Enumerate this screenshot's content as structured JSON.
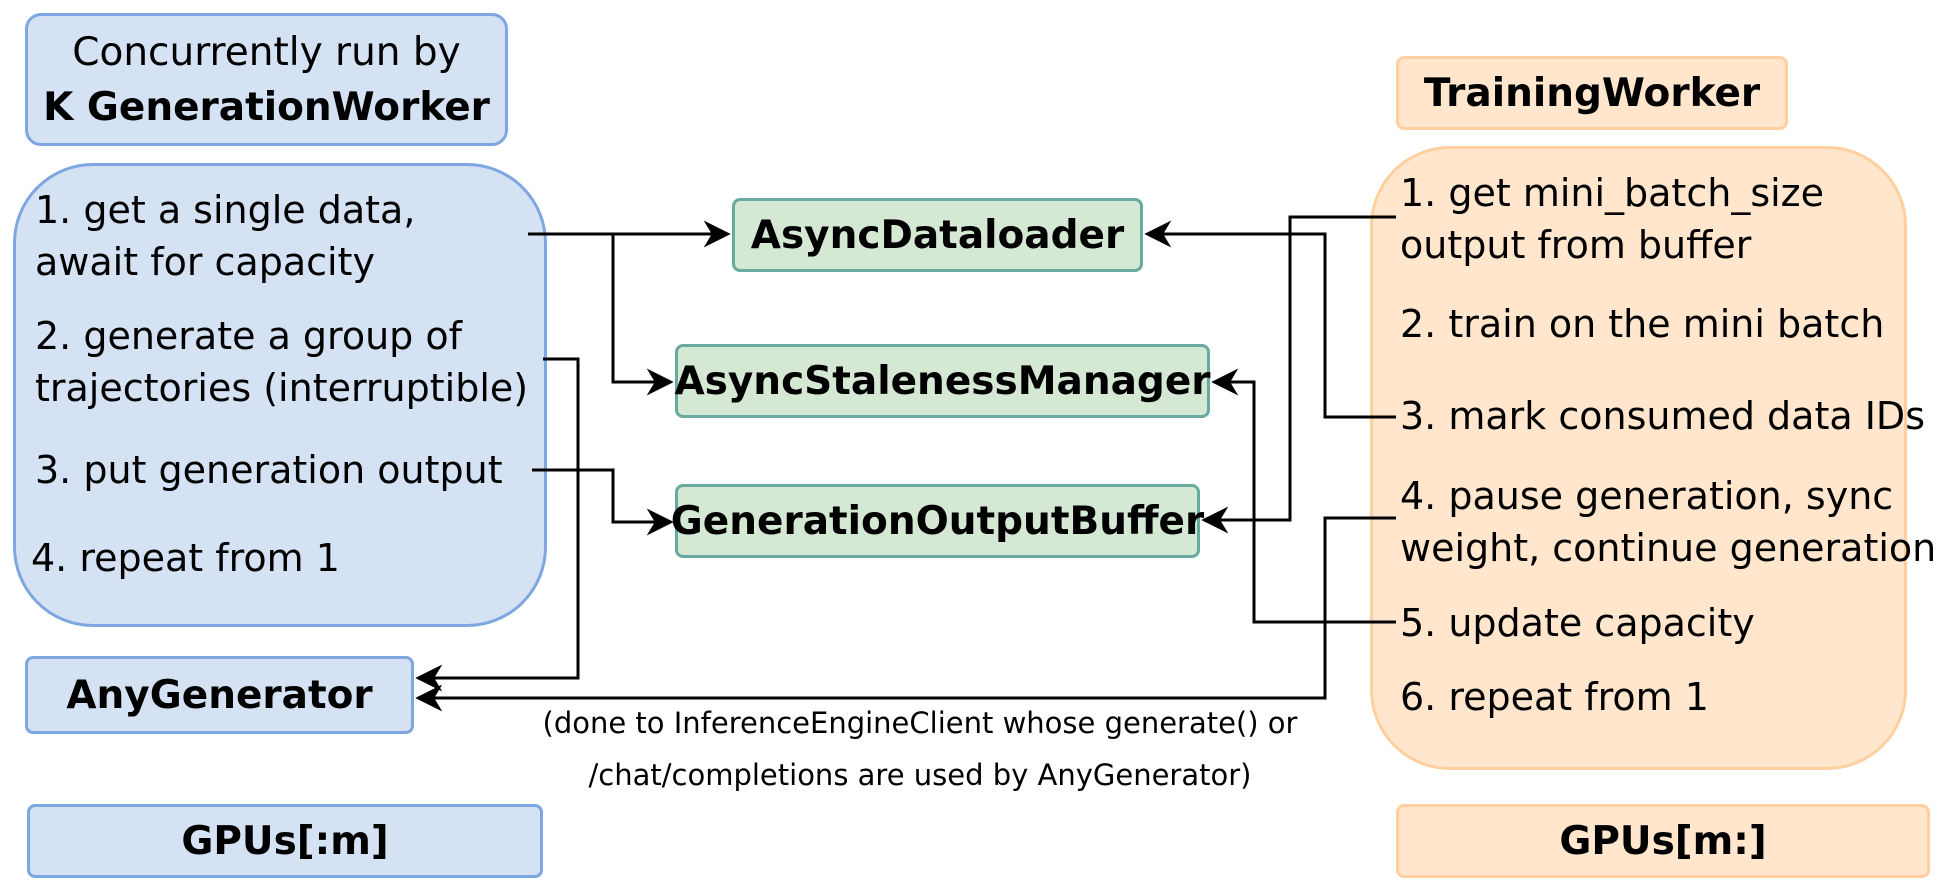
{
  "generation_worker": {
    "title_line1": "Concurrently run by",
    "title_line2": "K GenerationWorker",
    "steps": {
      "s1_line1": "1. get a single data,",
      "s1_line2": "await for capacity",
      "s2_line1": "2. generate a group of",
      "s2_line2": "trajectories (interruptible)",
      "s3": "3. put generation output",
      "s4": "4. repeat from 1"
    },
    "generator_label": "AnyGenerator",
    "gpu_label": "GPUs[:m]"
  },
  "shared_components": {
    "dataloader": "AsyncDataloader",
    "staleness_manager": "AsyncStalenessManager",
    "output_buffer": "GenerationOutputBuffer"
  },
  "training_worker": {
    "title": "TrainingWorker",
    "steps": {
      "s1_line1": "1. get mini_batch_size",
      "s1_line2": "output from buffer",
      "s2": "2. train on the mini batch",
      "s3": "3. mark consumed data IDs",
      "s4_line1": "4. pause generation, sync",
      "s4_line2": "weight, continue generation",
      "s5": "5. update capacity",
      "s6": "6. repeat from 1"
    },
    "gpu_label": "GPUs[m:]"
  },
  "note": {
    "line1": "(done to InferenceEngineClient whose generate() or",
    "line2": "/chat/completions are used by AnyGenerator)"
  },
  "colors": {
    "blue_fill": "#d4e2f4",
    "blue_stroke": "#7ea6e0",
    "orange_fill": "#ffe6cc",
    "orange_stroke": "#ffcf9f",
    "green_fill": "#d5e8d4",
    "green_stroke": "#67ab9f"
  }
}
